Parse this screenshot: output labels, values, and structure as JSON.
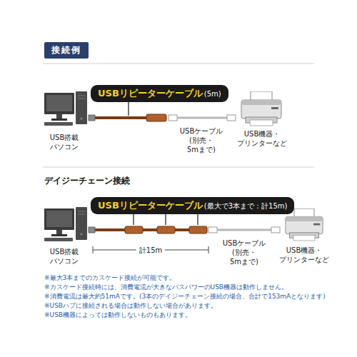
{
  "diagram": {
    "nodes": [
      {
        "text": [
          "接続例"
        ]
      },
      {
        "text": [
          "USBリピーターケーブル",
          "(5m)"
        ]
      },
      {
        "text": [
          "USBリピーターケーブル",
          "(最大で3本まで：計15m)"
        ]
      }
    ],
    "labels": [
      "USB搭載 パソコン",
      "USBケーブル (別売・5mまで)",
      "USB機器・ プリンターなど",
      "デイジーチェーン接続",
      "USB搭載 パソコン",
      "計15m",
      "USBケーブル (別売・5mまで)",
      "USB機器・ プリンターなど",
      "※最大3本までのカスケード接続が可能です。",
      "※カスケード接続時には、消費電流が大きなバスパワーのUSB機器は動作しません。",
      "※消費電流は最大約51mAです。(3本のデイジーチェーン接続の場合、合計で153mAとなります)",
      "※USBハブに接続される場合は動作しない場合があります。",
      "※USB機器によっては動作しないものもあります。"
    ]
  }
}
